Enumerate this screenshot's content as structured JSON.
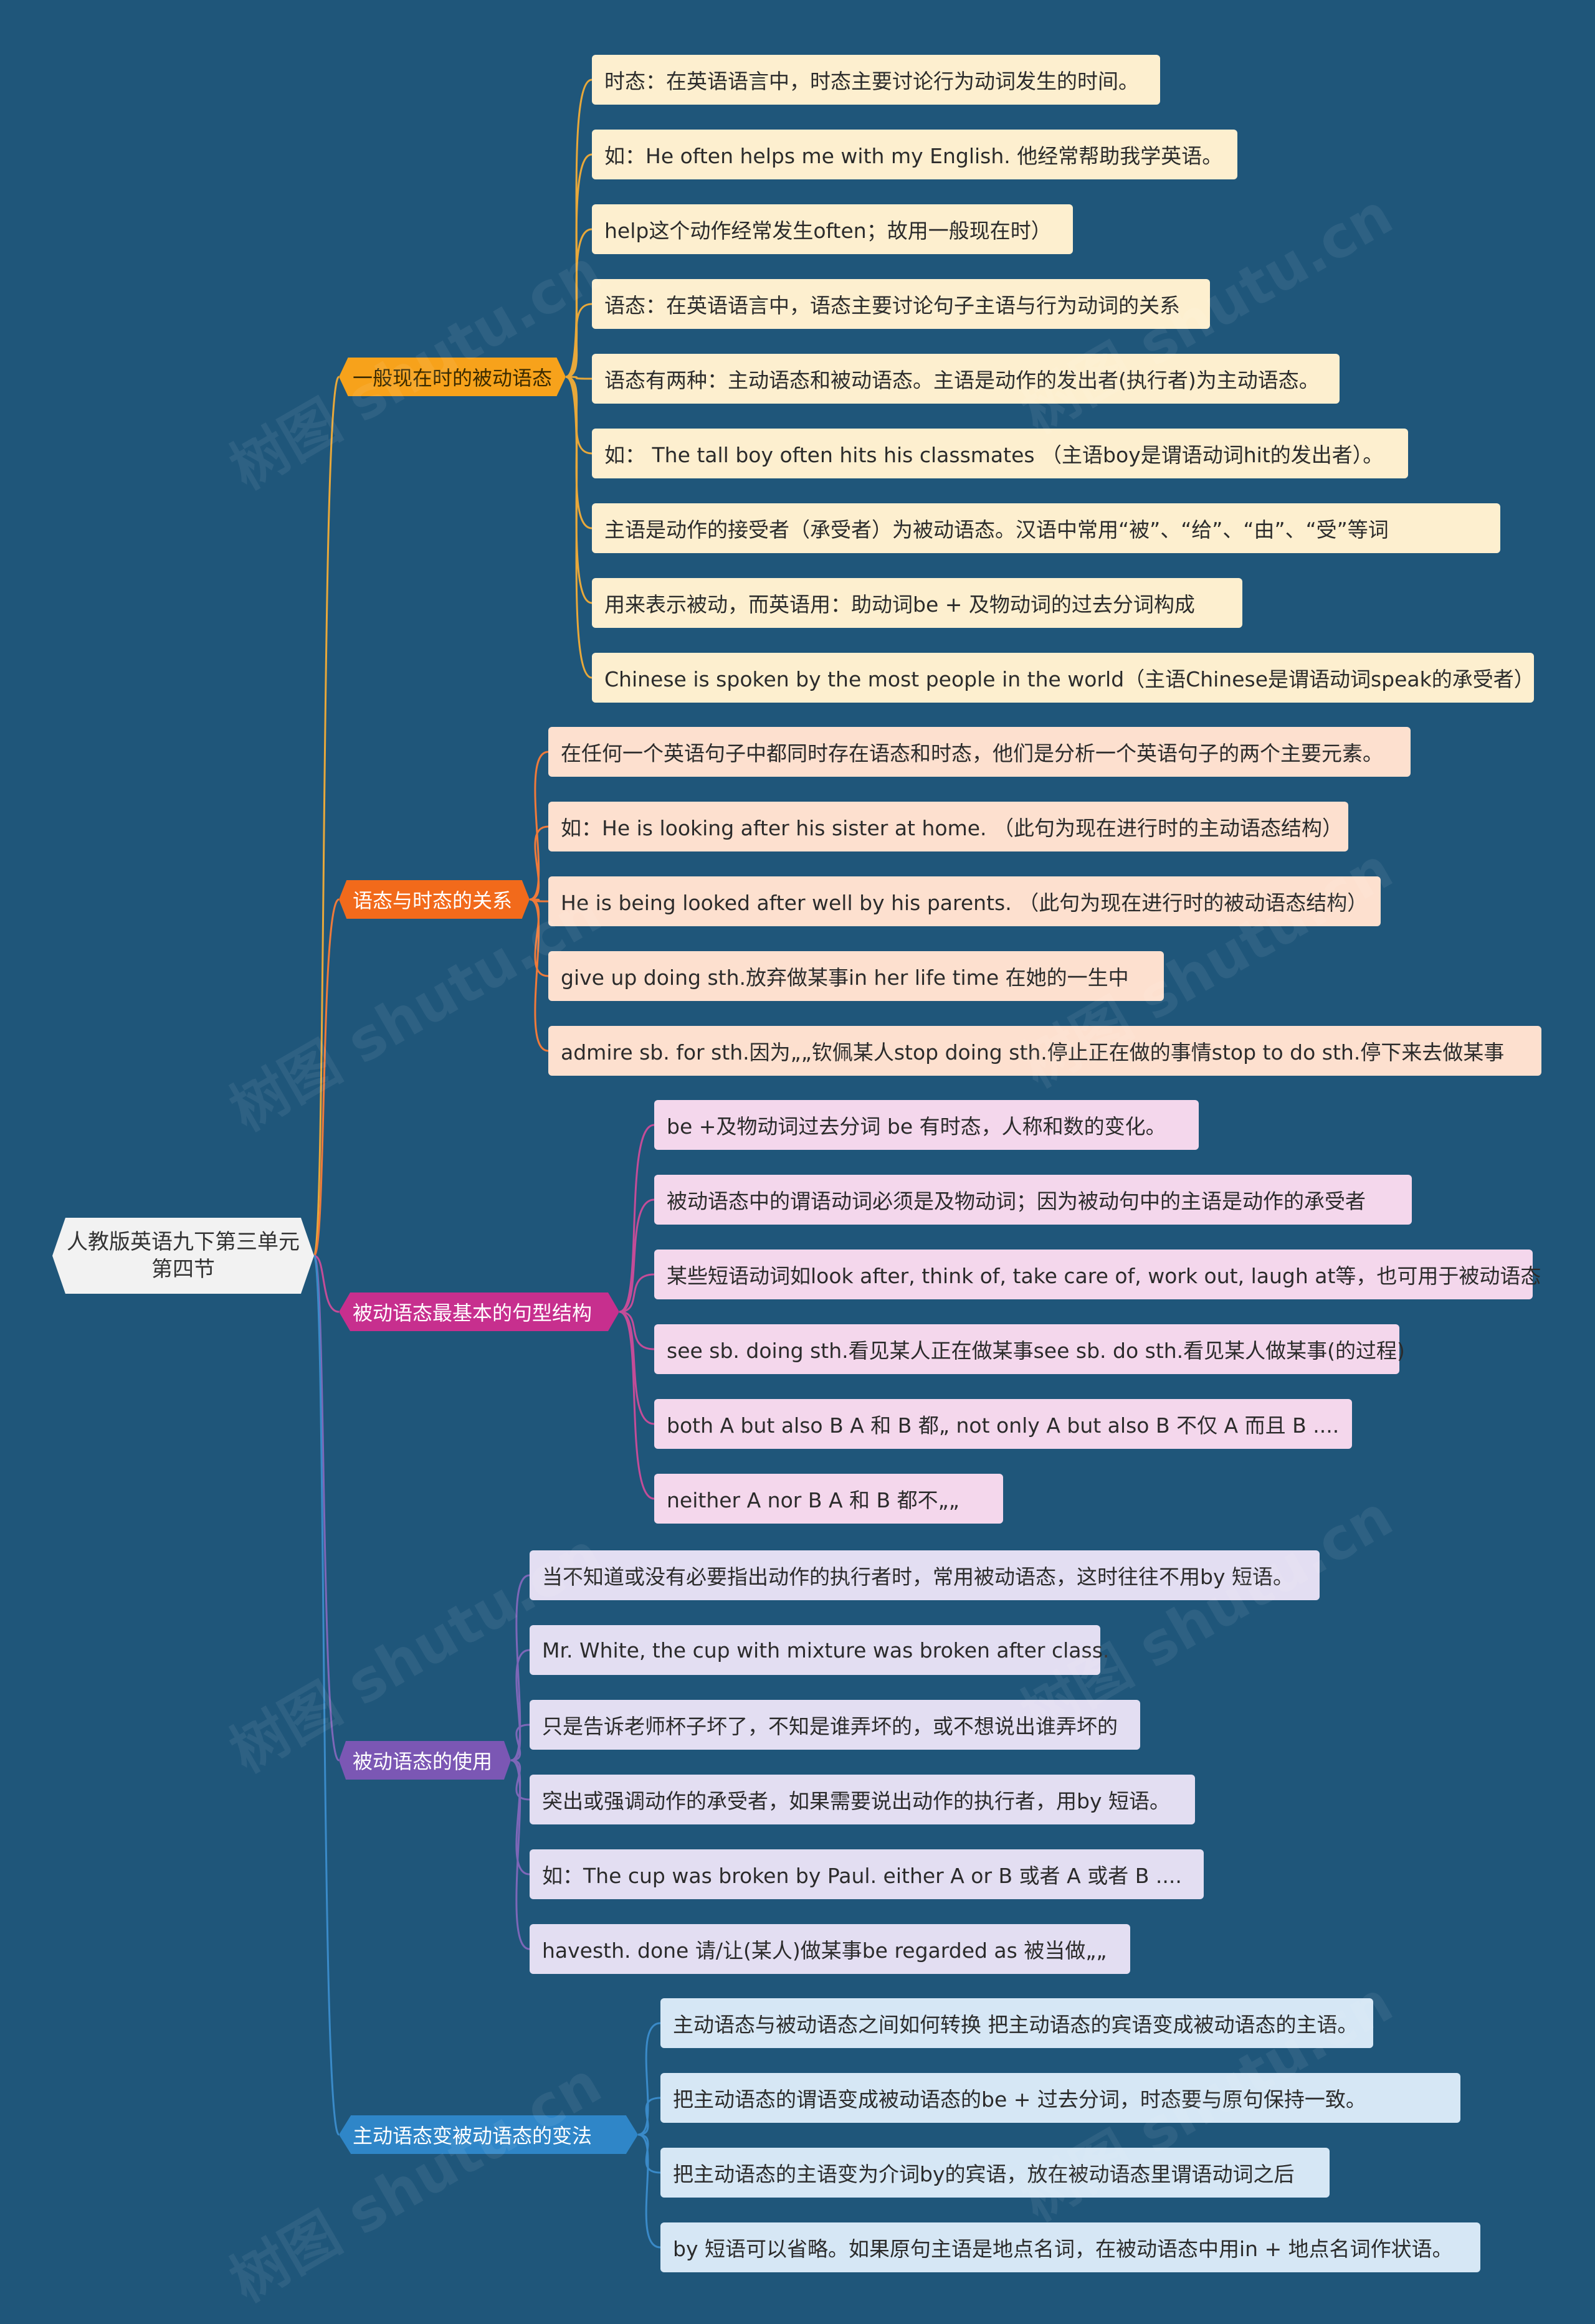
{
  "root": {
    "label": "人教版英语九下第三单元第四节"
  },
  "watermark": "树图 shutu.cn",
  "branches": [
    {
      "label": "一般现在时的被动语态",
      "color": "#f7a21b",
      "text_color": "#3a2a00",
      "leaf_bg": "#fdefcf",
      "line": "#e8a83a",
      "leaves": [
        "时态：在英语语言中，时态主要讨论行为动词发生的时间。",
        "如：He often helps me with my English. 他经常帮助我学英语。",
        "help这个动作经常发生often；故用一般现在时）",
        "语态：在英语语言中，语态主要讨论句子主语与行为动词的关系",
        "语态有两种：主动语态和被动语态。主语是动作的发出者(执行者)为主动语态。",
        "如： The tall boy often hits his classmates （主语boy是谓语动词hit的发出者）。",
        "主语是动作的接受者（承受者）为被动语态。汉语中常用“被”、“给”、“由”、“受”等词",
        "用来表示被动，而英语用：助动词be + 及物动词的过去分词构成",
        "Chinese is spoken by the most people in the world（主语Chinese是谓语动词speak的承受者）"
      ]
    },
    {
      "label": "语态与时态的关系",
      "color": "#f26a1b",
      "text_color": "#ffffff",
      "leaf_bg": "#fde0cf",
      "line": "#ef7a3a",
      "leaves": [
        "在任何一个英语句子中都同时存在语态和时态，他们是分析一个英语句子的两个主要元素。",
        "如：He is looking after his sister at home. （此句为现在进行时的主动语态结构）",
        "He is being looked after well by his parents. （此句为现在进行时的被动语态结构）",
        "give up doing sth.放弃做某事in her life time 在她的一生中",
        "admire sb. for sth.因为„„钦佩某人stop doing sth.停止正在做的事情stop to do sth.停下来去做某事"
      ]
    },
    {
      "label": "被动语态最基本的句型结构",
      "color": "#c72f8e",
      "text_color": "#ffffff",
      "leaf_bg": "#f4d7ec",
      "line": "#c44c98",
      "leaves": [
        "be +及物动词过去分词 be 有时态，人称和数的变化。",
        "被动语态中的谓语动词必须是及物动词；因为被动句中的主语是动作的承受者",
        "某些短语动词如look after, think of, take care of, work out, laugh at等，也可用于被动语态",
        "see sb. doing sth.看见某人正在做某事see sb. do sth.看见某人做某事(的过程)",
        "both A but also B A 和 B 都„ not only A but also B 不仅 A 而且 B ....",
        "neither A nor B A 和 B 都不„„"
      ]
    },
    {
      "label": "被动语态的使用",
      "color": "#7b57b4",
      "text_color": "#ffffff",
      "leaf_bg": "#e3def2",
      "line": "#7d67b8",
      "leaves": [
        "当不知道或没有必要指出动作的执行者时，常用被动语态，这时往往不用by 短语。",
        "Mr. White, the cup with mixture was broken after class.",
        "只是告诉老师杯子坏了，不知是谁弄坏的，或不想说出谁弄坏的",
        "突出或强调动作的承受者，如果需要说出动作的执行者，用by 短语。",
        "如：The cup was broken by Paul. either A or B 或者 A 或者 B ....",
        "havesth. done 请/让(某人)做某事be regarded as 被当做„„"
      ]
    },
    {
      "label": "主动语态变被动语态的变法",
      "color": "#2f86c8",
      "text_color": "#ffffff",
      "leaf_bg": "#d6e7f5",
      "line": "#3a8ac8",
      "leaves": [
        "主动语态与被动语态之间如何转换 把主动语态的宾语变成被动语态的主语。",
        "把主动语态的谓语变成被动语态的be + 过去分词，时态要与原句保持一致。",
        "把主动语态的主语变为介词by的宾语，放在被动语态里谓语动词之后",
        "by 短语可以省略。如果原句主语是地点名词，在被动语态中用in + 地点名词作状语。"
      ]
    }
  ]
}
